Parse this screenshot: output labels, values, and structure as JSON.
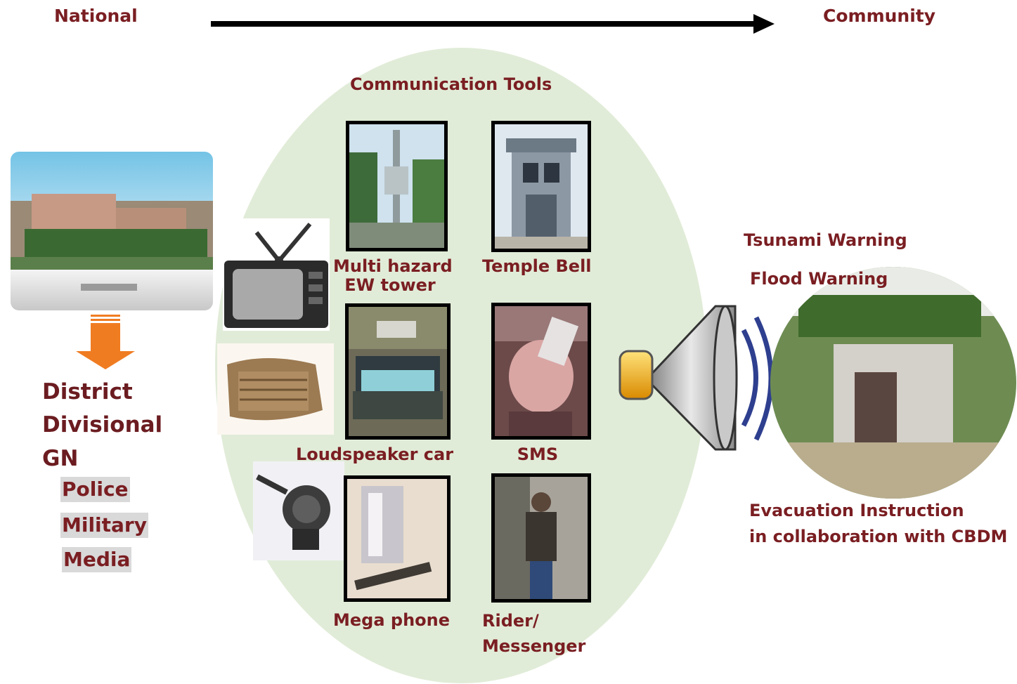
{
  "axis": {
    "start_label": "National",
    "end_label": "Community"
  },
  "left": {
    "levels": [
      "District",
      "Divisional",
      "GN"
    ],
    "agencies": [
      "Police",
      "Military",
      "Media"
    ]
  },
  "center": {
    "title": "Communication Tools",
    "tools": [
      {
        "id": "ew-tower",
        "lines": [
          "Multi hazard",
          "EW tower"
        ]
      },
      {
        "id": "temple-bell",
        "lines": [
          "Temple Bell"
        ]
      },
      {
        "id": "loudspeaker-car",
        "lines": [
          "Loudspeaker car"
        ]
      },
      {
        "id": "sms",
        "lines": [
          "SMS"
        ]
      },
      {
        "id": "mega-phone",
        "lines": [
          "Mega phone"
        ]
      },
      {
        "id": "rider",
        "lines": [
          "Rider/",
          "Messenger"
        ]
      }
    ]
  },
  "right": {
    "warnings": [
      "Tsunami Warning",
      "Flood Warning"
    ],
    "evacuation": [
      "Evacuation Instruction",
      "in collaboration with CBDM"
    ]
  },
  "colors": {
    "label": "#7a1e22",
    "ellipse_fill": "#e1ecd8",
    "down_arrow": "#f07c22",
    "agency_bg": "#d9d9d9"
  }
}
